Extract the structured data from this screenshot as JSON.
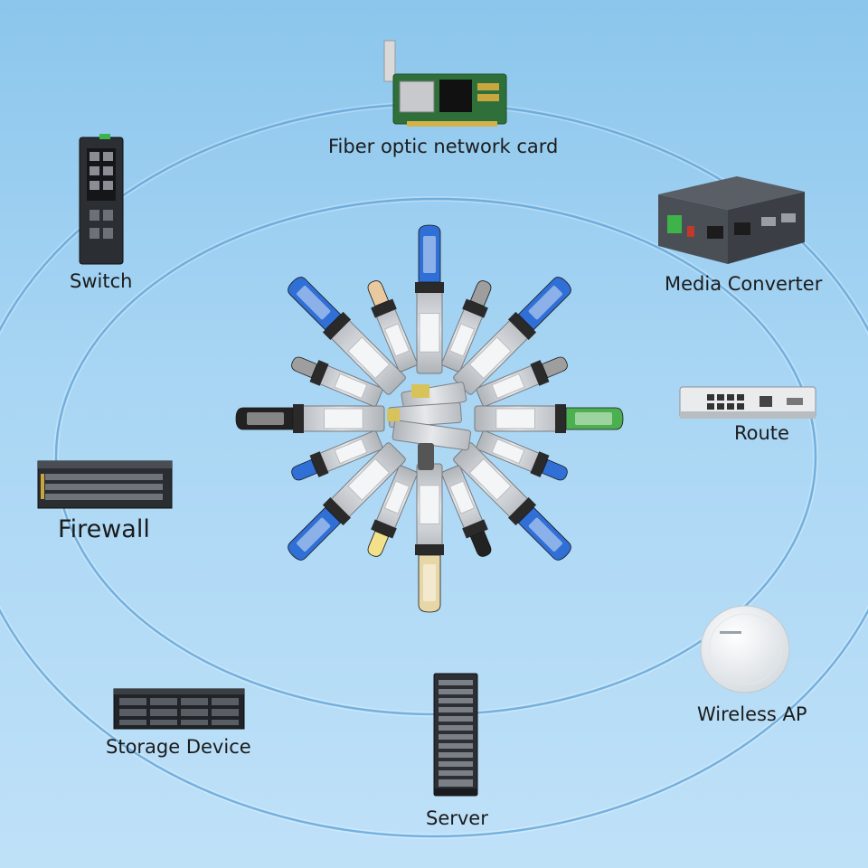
{
  "devices": [
    {
      "id": "network-card",
      "label": "Fiber optic network card",
      "icon": "network-card-icon"
    },
    {
      "id": "switch",
      "label": "Switch",
      "icon": "switch-icon"
    },
    {
      "id": "media-converter",
      "label": "Media Converter",
      "icon": "media-converter-icon"
    },
    {
      "id": "route",
      "label": "Route",
      "icon": "router-icon"
    },
    {
      "id": "firewall",
      "label": "Firewall",
      "icon": "firewall-icon"
    },
    {
      "id": "storage",
      "label": "Storage Device",
      "icon": "storage-device-icon"
    },
    {
      "id": "server",
      "label": "Server",
      "icon": "server-rack-icon"
    },
    {
      "id": "wireless-ap",
      "label": "Wireless AP",
      "icon": "wireless-ap-icon"
    }
  ],
  "modules": {
    "icon": "optical-transceiver-icon",
    "handle_colors": [
      "#2f6fd6",
      "#9e9e9e",
      "#2f6fd6",
      "#9e9e9e",
      "#4caf50",
      "#2f6fd6",
      "#2f6fd6",
      "#222222",
      "#e8d7a6",
      "#f2e08a",
      "#2f6fd6",
      "#2f6fd6",
      "#222222",
      "#9e9e9e",
      "#2f6fd6",
      "#e9c9a0"
    ]
  },
  "colors": {
    "ring": "#1f7fc9",
    "module_body": "#c9ccd0",
    "label": "#1b1b1b"
  }
}
